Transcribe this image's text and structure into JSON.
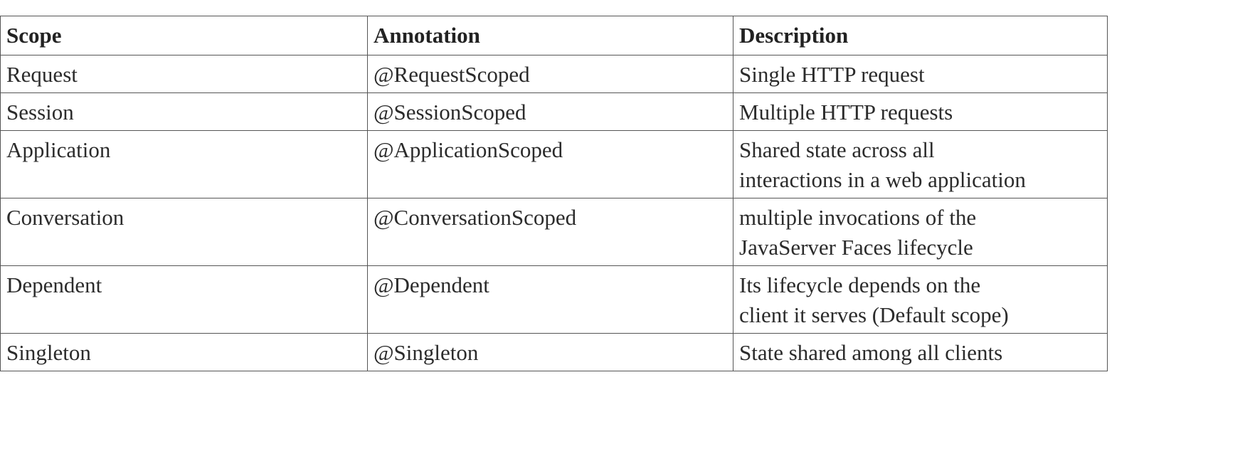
{
  "table": {
    "headers": [
      "Scope",
      "Annotation",
      "Description"
    ],
    "rows": [
      {
        "scope": "Request",
        "annotation": "@RequestScoped",
        "description": " Single HTTP request"
      },
      {
        "scope": "Session",
        "annotation": "@SessionScoped",
        "description": "Multiple HTTP requests"
      },
      {
        "scope": "Application",
        "annotation": "@ApplicationScoped",
        "description": "Shared state across all\ninteractions in a web application"
      },
      {
        "scope": "Conversation",
        "annotation": "@ConversationScoped",
        "description": "multiple invocations of the\nJavaServer Faces lifecycle"
      },
      {
        "scope": "Dependent",
        "annotation": "@Dependent",
        "description": "Its lifecycle depends on the\nclient it serves (Default scope)"
      },
      {
        "scope": "Singleton",
        "annotation": "@Singleton",
        "description": "State shared among all clients"
      }
    ]
  }
}
